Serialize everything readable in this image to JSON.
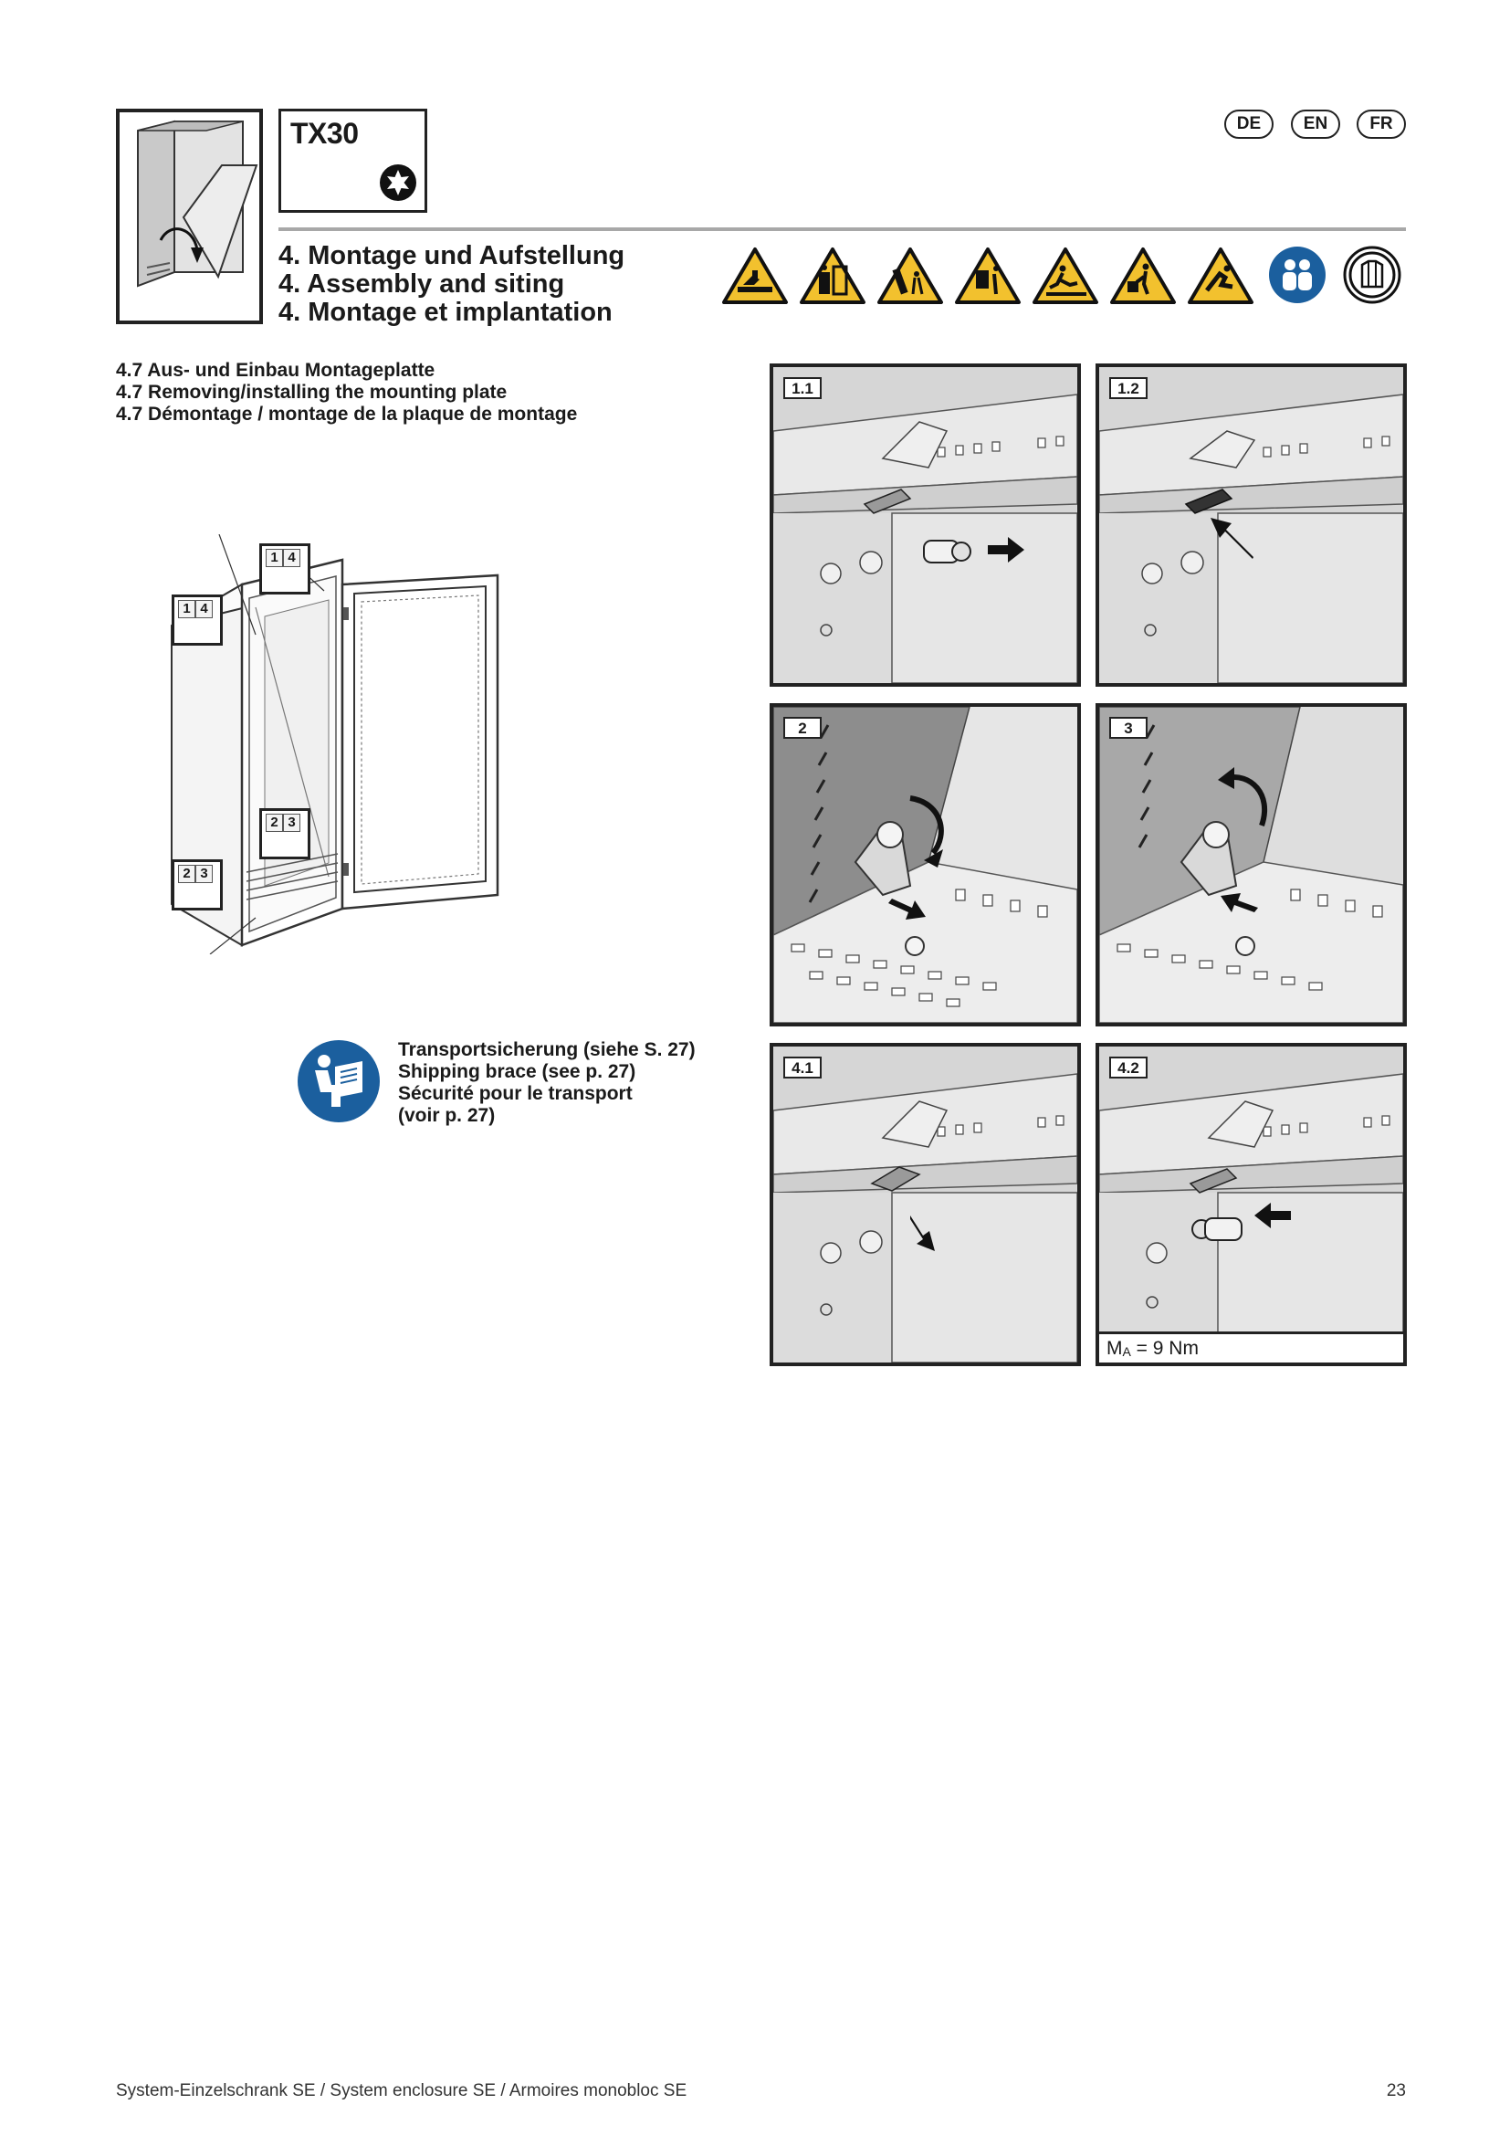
{
  "header": {
    "tool": "TX30",
    "languages": [
      "DE",
      "EN",
      "FR"
    ],
    "chapter": {
      "de": "4. Montage und Aufstellung",
      "en": "4. Assembly and siting",
      "fr": "4. Montage et implantation"
    },
    "warning_icons": [
      "crush-hazard-icon",
      "tipping-hazard-icon",
      "falling-object-icon",
      "electric-hazard-icon",
      "trip-hazard-icon",
      "heavy-load-icon",
      "hand-injury-icon"
    ],
    "mandatory_icons": [
      "two-person-icon",
      "protective-clothing-icon"
    ],
    "colors": {
      "warning_fill": "#f2c12e",
      "mandatory_fill": "#1b5f9e",
      "rule": "#a8a8a8"
    }
  },
  "section": {
    "de": "4.7 Aus- und Einbau Montageplatte",
    "en": "4.7 Removing/installing the mounting plate",
    "fr": "4.7 Démontage / montage de la plaque de montage"
  },
  "cabinet_callouts": [
    {
      "a": "1",
      "b": "4"
    },
    {
      "a": "1",
      "b": "4"
    },
    {
      "a": "2",
      "b": "3"
    },
    {
      "a": "2",
      "b": "3"
    }
  ],
  "transport_note": {
    "icon": "read-manual-icon",
    "line1": "Transportsicherung (siehe S. 27)",
    "line2": "Shipping brace (see p. 27)",
    "line3": "Sécurité pour le transport",
    "line4": "(voir p. 27)"
  },
  "steps": {
    "s11": "1.1",
    "s12": "1.2",
    "s2": "2",
    "s3": "3",
    "s41": "4.1",
    "s42": "4.2"
  },
  "torque": {
    "symbol": "M",
    "sub": "A",
    "value": " = 9 Nm"
  },
  "footer": {
    "text": "System-Einzelschrank SE / System enclosure SE / Armoires monobloc SE",
    "page": "23"
  }
}
